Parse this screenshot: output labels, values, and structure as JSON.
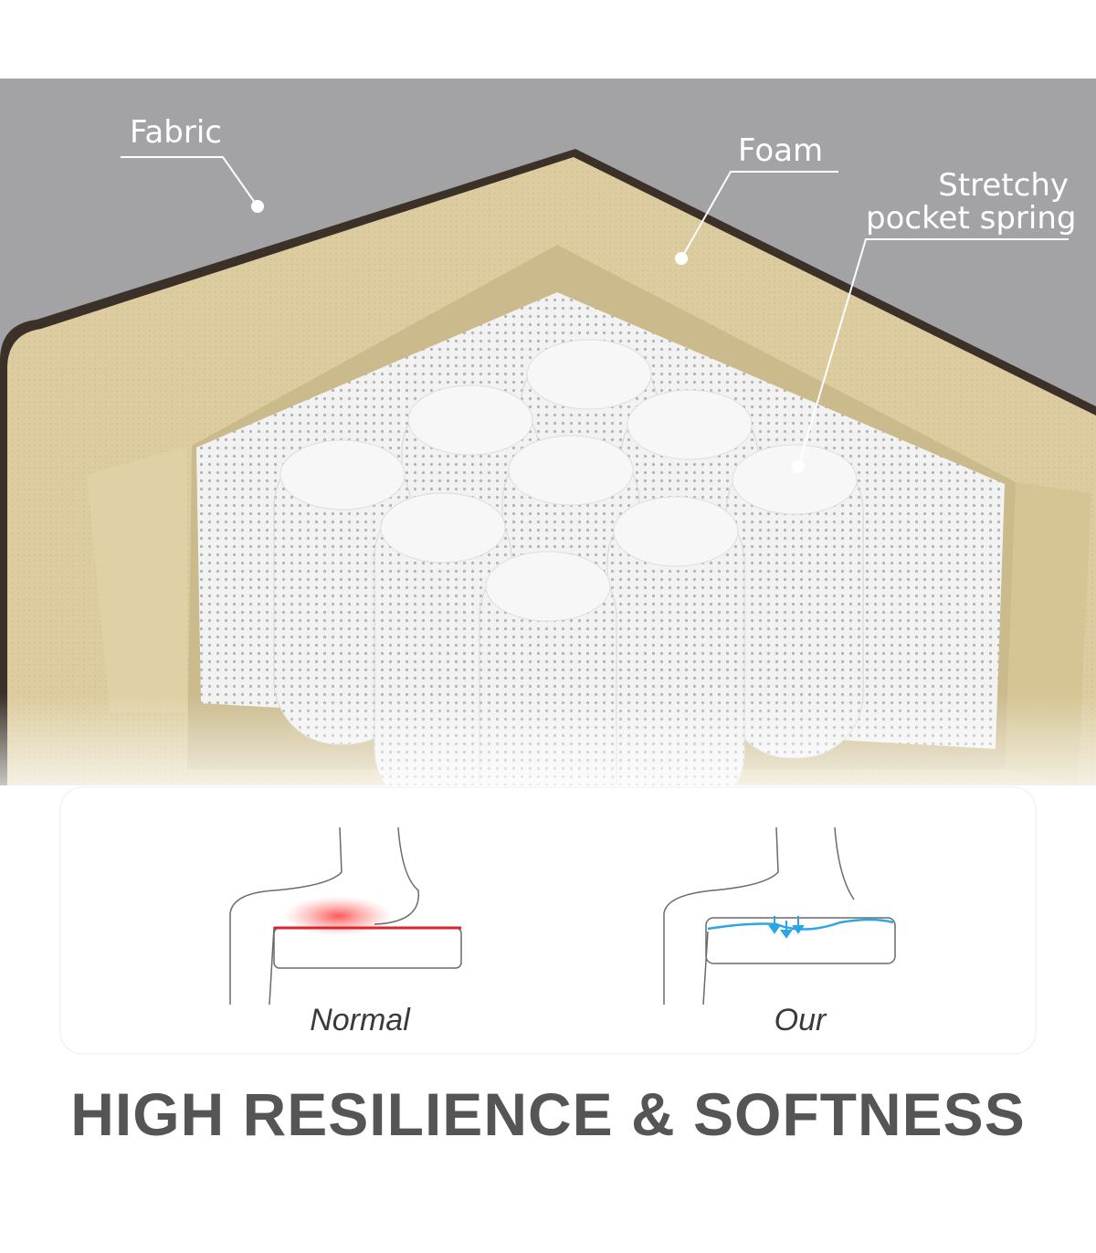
{
  "callouts": {
    "fabric": "Fabric",
    "foam": "Foam",
    "spring_line1": "Stretchy",
    "spring_line2": "pocket spring"
  },
  "comparison": {
    "normal_caption": "Normal",
    "our_caption": "Our"
  },
  "headline": "HIGH RESILIENCE & SOFTNESS",
  "colors": {
    "fabric": "#a2a2a4",
    "foam": "#d9c99c",
    "spring_fabric": "#efefef",
    "pressure_red": "#e02a2a",
    "support_blue": "#2aa6e8",
    "headline_text": "#555555"
  }
}
